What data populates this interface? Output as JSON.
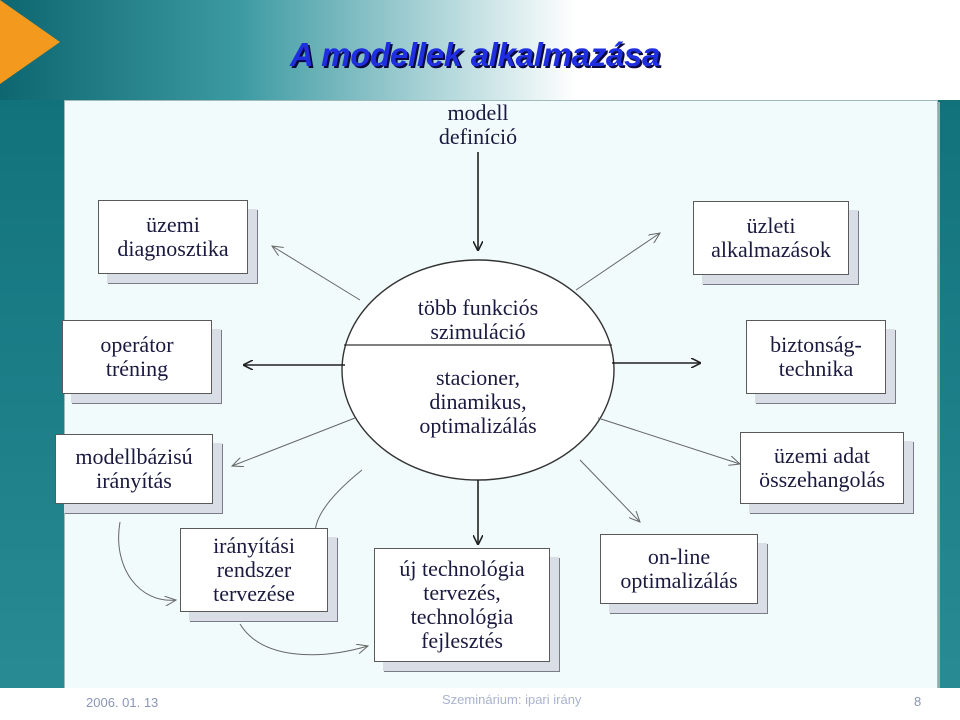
{
  "title": "A modellek alkalmazása",
  "top_label": [
    "modell",
    "definíció"
  ],
  "center": {
    "top": [
      "több funkciós",
      "szimuláció"
    ],
    "bottom": [
      "stacioner,",
      "dinamikus,",
      "optimalizálás"
    ]
  },
  "boxes": {
    "uzemi_diagnosztika": [
      "üzemi",
      "diagnosztika"
    ],
    "uzleti_alkalmazasok": [
      "üzleti",
      "alkalmazások"
    ],
    "operator_trening": [
      "operátor",
      "tréning"
    ],
    "biztonsagtechnika": [
      "biztonság-",
      "technika"
    ],
    "modellbazisu_iranyitas": [
      "modellbázisú",
      "irányítás"
    ],
    "uzemi_adat": [
      "üzemi adat",
      "összehangolás"
    ],
    "iranyitasi_rendszer": [
      "irányítási",
      "rendszer",
      "tervezése"
    ],
    "uj_technologia": [
      "új technológia",
      "tervezés,",
      "technológia",
      "fejlesztés"
    ],
    "online_optimalizalas": [
      "on-line",
      "optimalizálás"
    ]
  },
  "footer": {
    "date": "2006. 01. 13",
    "course": "Szeminárium: ipari irány",
    "page": "8"
  },
  "colors": {
    "title": "#1f2fe0",
    "accent_triangle": "#f39a1e",
    "panel": "#f1fbfb",
    "background": "#1c7f88"
  }
}
